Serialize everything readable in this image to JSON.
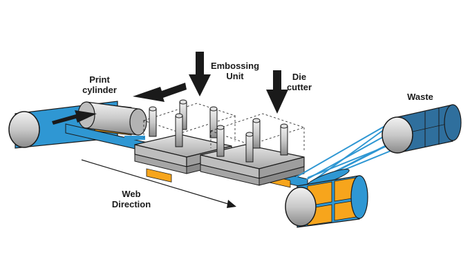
{
  "labels": {
    "print_cylinder": "Print\ncylinder",
    "embossing_unit": "Embossing\nUnit",
    "die_cutter": "Die\ncutter",
    "waste": "Waste",
    "web_direction": "Web\nDirection"
  },
  "colors": {
    "web_blue": "#2f97d3",
    "waste_blue": "#2f6f9d",
    "label_orange": "#f7a51c",
    "roller_grey": "#c9c9c9",
    "block_grey": "#c8c8c8",
    "outline": "#1a1a1a"
  }
}
